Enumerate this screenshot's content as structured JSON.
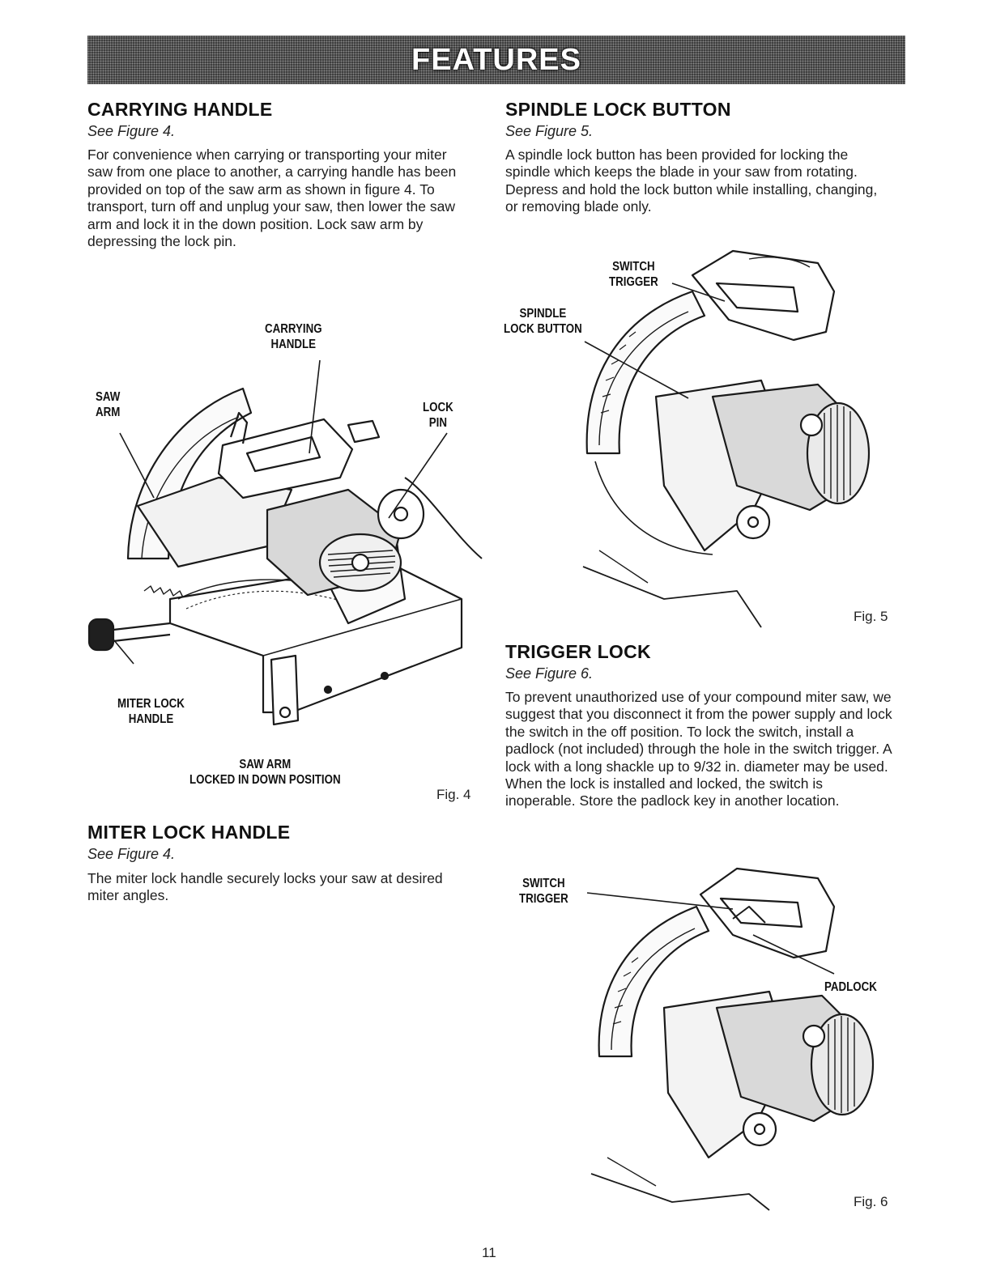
{
  "banner": {
    "title": "FEATURES"
  },
  "sections": {
    "carrying_handle": {
      "title": "CARRYING HANDLE",
      "ref": "See Figure 4.",
      "body": "For convenience when carrying or transporting your miter saw from one place to another, a carrying handle has been provided on top of the saw arm as shown in figure 4. To transport, turn off and unplug your saw, then lower the saw arm and lock it in the down position. Lock saw arm by depressing the lock pin."
    },
    "miter_lock_handle": {
      "title": "MITER LOCK HANDLE",
      "ref": "See Figure 4.",
      "body": "The miter lock handle securely locks your saw at desired miter angles."
    },
    "spindle_lock_button": {
      "title": "SPINDLE LOCK BUTTON",
      "ref": "See Figure 5.",
      "body": "A spindle lock button has been provided for locking the spindle which keeps the blade in your saw from rotating. Depress and hold the lock button while installing, changing, or removing blade only."
    },
    "trigger_lock": {
      "title": "TRIGGER LOCK",
      "ref": "See Figure 6.",
      "body": "To prevent unauthorized use of your compound miter saw, we suggest that you disconnect it from the power supply and lock the switch in the off position. To lock the switch, install a padlock (not included) through the hole in the switch trigger. A lock with a long shackle up to 9/32 in. diameter may be used. When the lock is installed and locked, the switch is inoperable. Store the padlock key in another location."
    }
  },
  "figures": {
    "fig4": {
      "label": "Fig. 4",
      "callouts": {
        "carrying_handle": "CARRYING\nHANDLE",
        "saw_arm": "SAW\nARM",
        "lock_pin": "LOCK\nPIN",
        "miter_lock_handle": "MITER LOCK\nHANDLE",
        "saw_arm_locked": "SAW ARM\nLOCKED IN DOWN POSITION"
      }
    },
    "fig5": {
      "label": "Fig. 5",
      "callouts": {
        "switch_trigger": "SWITCH\nTRIGGER",
        "spindle_lock_button": "SPINDLE\nLOCK BUTTON"
      }
    },
    "fig6": {
      "label": "Fig. 6",
      "callouts": {
        "switch_trigger": "SWITCH\nTRIGGER",
        "padlock": "PADLOCK"
      }
    }
  },
  "page_number": "11"
}
